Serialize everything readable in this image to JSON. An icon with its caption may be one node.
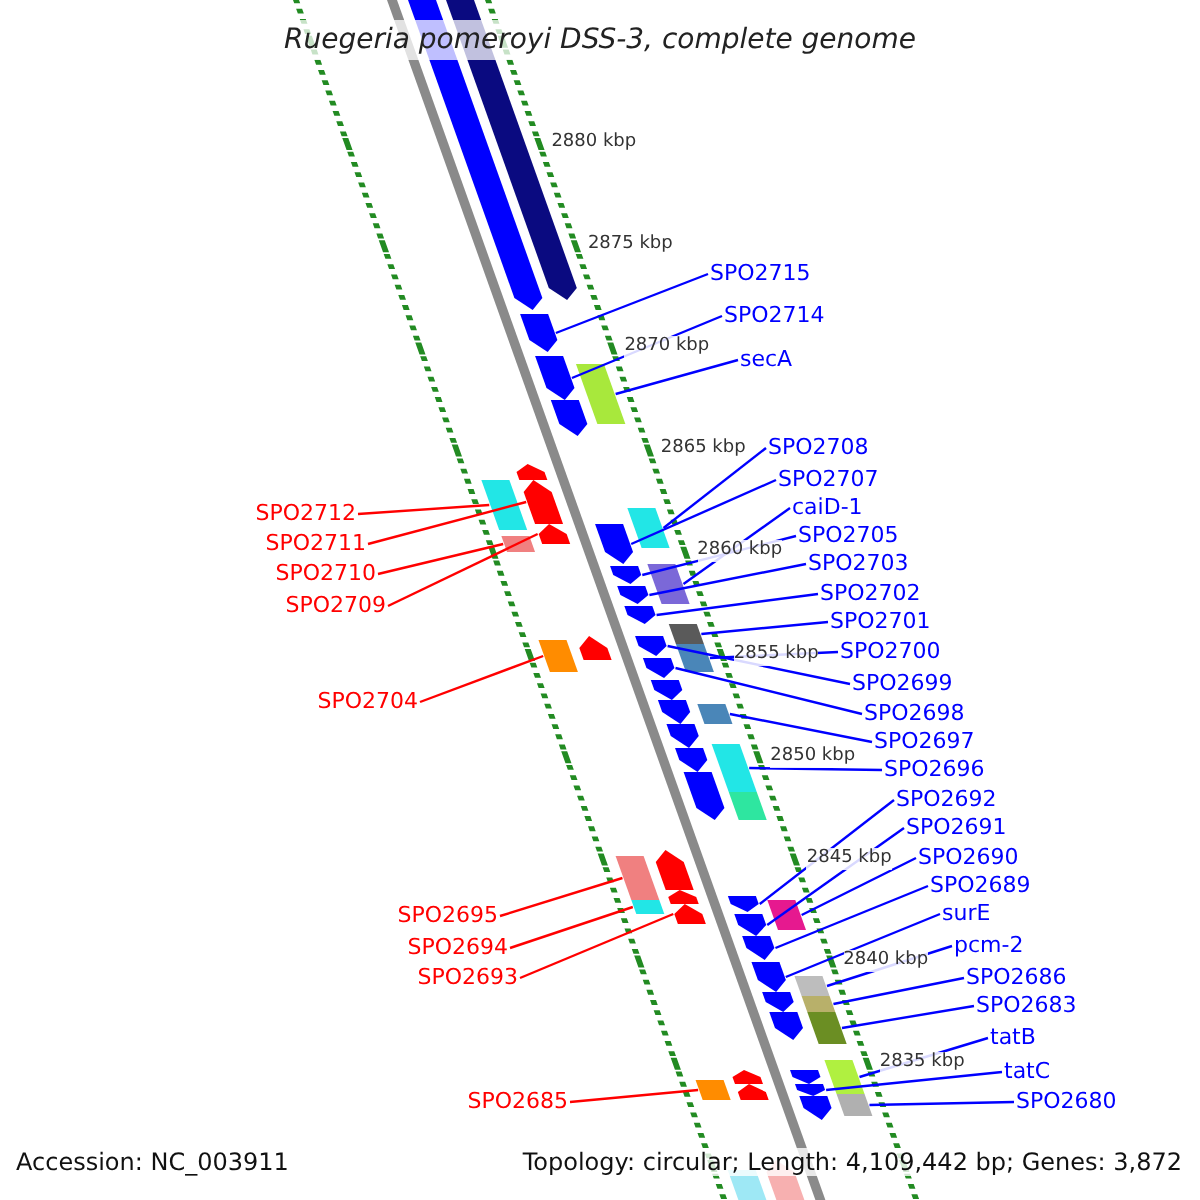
{
  "diagram": {
    "title": "Ruegeria pomeroyi DSS-3, complete genome",
    "nodes": [
      {
        "text": [
          "SPO2715"
        ]
      },
      {
        "text": [
          "SPO2714"
        ]
      },
      {
        "text": [
          "secA"
        ]
      },
      {
        "text": [
          "SPO2708"
        ]
      },
      {
        "text": [
          "SPO2707"
        ]
      },
      {
        "text": [
          "caiD-1"
        ]
      },
      {
        "text": [
          "SPO2705"
        ]
      },
      {
        "text": [
          "SPO2703"
        ]
      },
      {
        "text": [
          "SPO2702"
        ]
      },
      {
        "text": [
          "SPO2701"
        ]
      },
      {
        "text": [
          "SPO2700"
        ]
      },
      {
        "text": [
          "SPO2699"
        ]
      },
      {
        "text": [
          "SPO2698"
        ]
      },
      {
        "text": [
          "SPO2697"
        ]
      },
      {
        "text": [
          "SPO2696"
        ]
      },
      {
        "text": [
          "SPO2692"
        ]
      },
      {
        "text": [
          "SPO2691"
        ]
      },
      {
        "text": [
          "SPO2690"
        ]
      },
      {
        "text": [
          "SPO2689"
        ]
      },
      {
        "text": [
          "surE"
        ]
      },
      {
        "text": [
          "pcm-2"
        ]
      },
      {
        "text": [
          "SPO2686"
        ]
      },
      {
        "text": [
          "SPO2683"
        ]
      },
      {
        "text": [
          "tatB"
        ]
      },
      {
        "text": [
          "tatC"
        ]
      },
      {
        "text": [
          "SPO2680"
        ]
      },
      {
        "text": [
          "SPO2712"
        ]
      },
      {
        "text": [
          "SPO2711"
        ]
      },
      {
        "text": [
          "SPO2710"
        ]
      },
      {
        "text": [
          "SPO2709"
        ]
      },
      {
        "text": [
          "SPO2704"
        ]
      },
      {
        "text": [
          "SPO2695"
        ]
      },
      {
        "text": [
          "SPO2694"
        ]
      },
      {
        "text": [
          "SPO2693"
        ]
      },
      {
        "text": [
          "SPO2685"
        ]
      },
      {
        "text": [],
        "shape": "pentagon"
      },
      {
        "text": [],
        "shape": "pentagon"
      },
      {
        "text": [],
        "shape": "box"
      },
      {
        "text": [],
        "shape": "box"
      },
      {
        "text": [],
        "shape": "pentagon"
      },
      {
        "text": [],
        "shape": "box"
      },
      {
        "text": [],
        "shape": "pentagon"
      },
      {
        "text": [],
        "shape": "pentagon"
      },
      {
        "text": [],
        "shape": "pentagon"
      },
      {
        "text": [],
        "shape": "box"
      },
      {
        "text": [],
        "shape": "box"
      },
      {
        "text": [],
        "shape": "pentagon"
      },
      {
        "text": [],
        "shape": "pentagon"
      },
      {
        "text": [],
        "shape": "box"
      },
      {
        "text": [],
        "shape": "box"
      },
      {
        "text": [],
        "shape": "pentagon"
      },
      {
        "text": [],
        "shape": "pentagon"
      },
      {
        "text": [],
        "shape": "box"
      },
      {
        "text": [],
        "shape": "pentagon"
      },
      {
        "text": [],
        "shape": "pentagon"
      },
      {
        "text": [],
        "shape": "box"
      },
      {
        "text": [],
        "shape": "box"
      },
      {
        "text": [],
        "shape": "box"
      },
      {
        "text": [],
        "shape": "box"
      },
      {
        "text": [],
        "shape": "pentagon"
      },
      {
        "text": [],
        "shape": "box"
      },
      {
        "text": [],
        "shape": "box"
      },
      {
        "text": [],
        "shape": "pentagon"
      },
      {
        "text": [],
        "shape": "box"
      },
      {
        "text": [],
        "shape": "pentagon"
      },
      {
        "text": [],
        "shape": "box"
      },
      {
        "text": [],
        "shape": "box"
      },
      {
        "text": [],
        "shape": "box"
      },
      {
        "text": [],
        "shape": "pentagon"
      },
      {
        "text": [],
        "shape": "box"
      },
      {
        "text": [],
        "shape": "pentagon"
      },
      {
        "text": [],
        "shape": "pentagon"
      },
      {
        "text": [],
        "shape": "pentagon"
      },
      {
        "text": [],
        "shape": "pentagon"
      },
      {
        "text": [],
        "shape": "pentagon"
      },
      {
        "text": [],
        "shape": "pentagon"
      },
      {
        "text": [],
        "shape": "pentagon"
      },
      {
        "text": [],
        "shape": "pentagon"
      },
      {
        "text": [],
        "shape": "box"
      },
      {
        "text": [],
        "shape": "pentagon"
      },
      {
        "text": [],
        "shape": "pentagon"
      },
      {
        "text": [],
        "shape": "pentagon"
      },
      {
        "text": [],
        "shape": "pentagon"
      },
      {
        "text": [],
        "shape": "pentagon"
      },
      {
        "text": [],
        "shape": "pentagon"
      },
      {
        "text": [],
        "shape": "pentagon"
      },
      {
        "text": [],
        "shape": "pentagon"
      },
      {
        "text": [],
        "shape": "pentagon"
      },
      {
        "text": [],
        "shape": "pentagon"
      },
      {
        "text": [],
        "shape": "box"
      },
      {
        "text": [],
        "shape": "pentagon"
      }
    ],
    "edges": [
      {
        "from": 0,
        "to": 35,
        "arrow": "none"
      },
      {
        "from": 1,
        "to": 36,
        "arrow": "none"
      },
      {
        "from": 2,
        "to": 37,
        "arrow": "none"
      },
      {
        "from": 3,
        "to": 38,
        "arrow": "none"
      },
      {
        "from": 4,
        "to": 39,
        "arrow": "none"
      },
      {
        "from": 5,
        "to": 40,
        "arrow": "none"
      },
      {
        "from": 6,
        "to": 41,
        "arrow": "none"
      },
      {
        "from": 7,
        "to": 42,
        "arrow": "none"
      },
      {
        "from": 8,
        "to": 43,
        "arrow": "none"
      },
      {
        "from": 9,
        "to": 44,
        "arrow": "none"
      },
      {
        "from": 10,
        "to": 45,
        "arrow": "none"
      },
      {
        "from": 11,
        "to": 46,
        "arrow": "none"
      },
      {
        "from": 12,
        "to": 47,
        "arrow": "none"
      },
      {
        "from": 13,
        "to": 48,
        "arrow": "none"
      },
      {
        "from": 14,
        "to": 49,
        "arrow": "none"
      },
      {
        "from": 15,
        "to": 50,
        "arrow": "none"
      },
      {
        "from": 16,
        "to": 51,
        "arrow": "none"
      },
      {
        "from": 17,
        "to": 52,
        "arrow": "none"
      },
      {
        "from": 18,
        "to": 53,
        "arrow": "none"
      },
      {
        "from": 19,
        "to": 54,
        "arrow": "none"
      },
      {
        "from": 20,
        "to": 55,
        "arrow": "none"
      },
      {
        "from": 21,
        "to": 56,
        "arrow": "none"
      },
      {
        "from": 22,
        "to": 57,
        "arrow": "none"
      },
      {
        "from": 23,
        "to": 58,
        "arrow": "none"
      },
      {
        "from": 24,
        "to": 59,
        "arrow": "none"
      },
      {
        "from": 25,
        "to": 60,
        "arrow": "none"
      },
      {
        "from": 26,
        "to": 61,
        "arrow": "none",
        "color": "#ff0000"
      },
      {
        "from": 27,
        "to": 62,
        "arrow": "none",
        "color": "#ff0000"
      },
      {
        "from": 28,
        "to": 63,
        "arrow": "none",
        "color": "#ff0000"
      },
      {
        "from": 29,
        "to": 64,
        "arrow": "none",
        "color": "#ff0000"
      },
      {
        "from": 30,
        "to": 65,
        "arrow": "none",
        "color": "#ff0000"
      },
      {
        "from": 31,
        "to": 66,
        "arrow": "none",
        "color": "#ff0000"
      },
      {
        "from": 32,
        "to": 67,
        "arrow": "none",
        "color": "#ff0000"
      },
      {
        "from": 33,
        "to": 68,
        "arrow": "none",
        "color": "#ff0000"
      },
      {
        "from": 34,
        "to": 69,
        "arrow": "none",
        "color": "#ff0000"
      }
    ],
    "labels": [
      "2880 kbp",
      "2875 kbp",
      "2870 kbp",
      "2865 kbp",
      "2860 kbp",
      "2855 kbp",
      "2850 kbp",
      "2845 kbp",
      "2840 kbp",
      "2835 kbp",
      "Accession: NC_003911",
      "Topology: circular; Length: 4,109,442 bp; Genes: 3,872"
    ]
  }
}
